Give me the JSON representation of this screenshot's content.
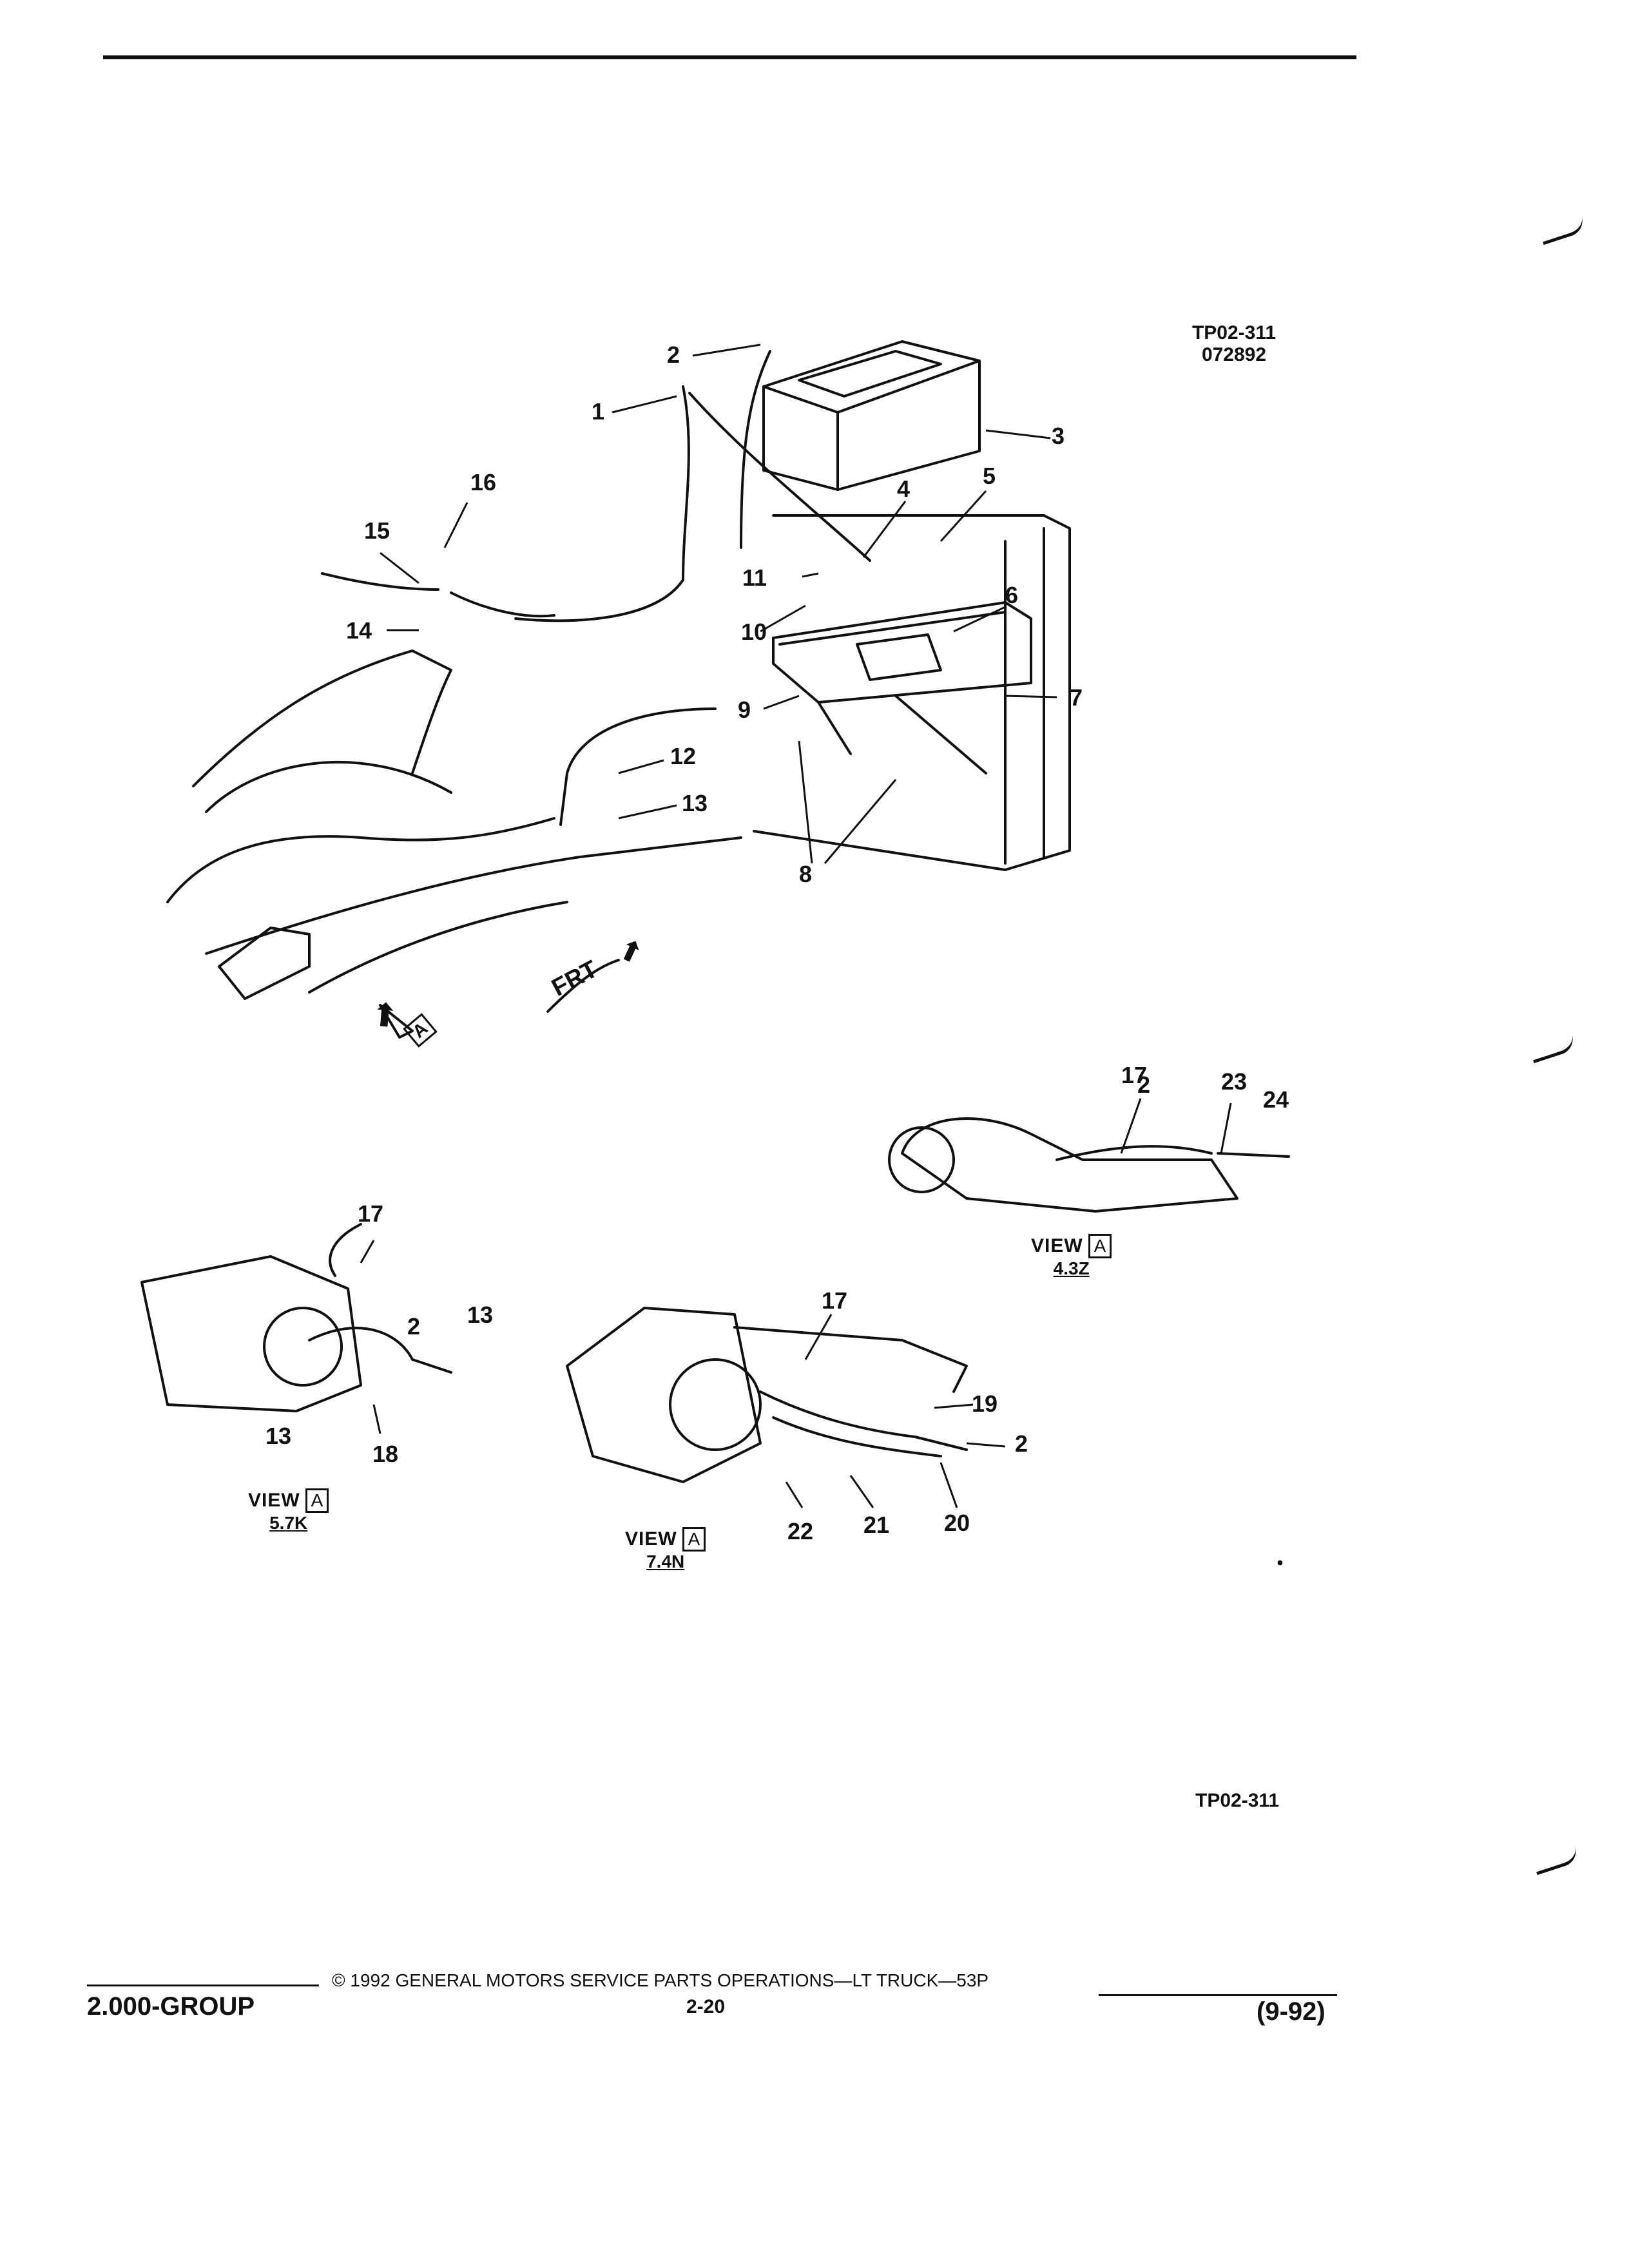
{
  "header": {
    "figure_ref_1": "TP02-311",
    "figure_ref_2": "072892"
  },
  "main_view": {
    "callouts": [
      "1",
      "2",
      "3",
      "4",
      "5",
      "6",
      "7",
      "8",
      "9",
      "10",
      "11",
      "12",
      "13",
      "14",
      "15",
      "16"
    ],
    "front_label": "FRT",
    "view_marker": "A"
  },
  "views": [
    {
      "label": "VIEW",
      "marker": "A",
      "code": "4.3Z",
      "callouts": [
        "17",
        "2",
        "23",
        "24"
      ]
    },
    {
      "label": "VIEW",
      "marker": "A",
      "code": "5.7K",
      "callouts": [
        "17",
        "2",
        "13",
        "13",
        "18"
      ]
    },
    {
      "label": "VIEW",
      "marker": "A",
      "code": "7.4N",
      "callouts": [
        "17",
        "19",
        "2",
        "20",
        "21",
        "22"
      ]
    }
  ],
  "bottom_ref": "TP02-311",
  "footer": {
    "copyright": "© 1992 GENERAL MOTORS SERVICE PARTS OPERATIONS—LT TRUCK—53P",
    "group": "2.000-GROUP",
    "page": "2-20",
    "date": "(9-92)"
  }
}
